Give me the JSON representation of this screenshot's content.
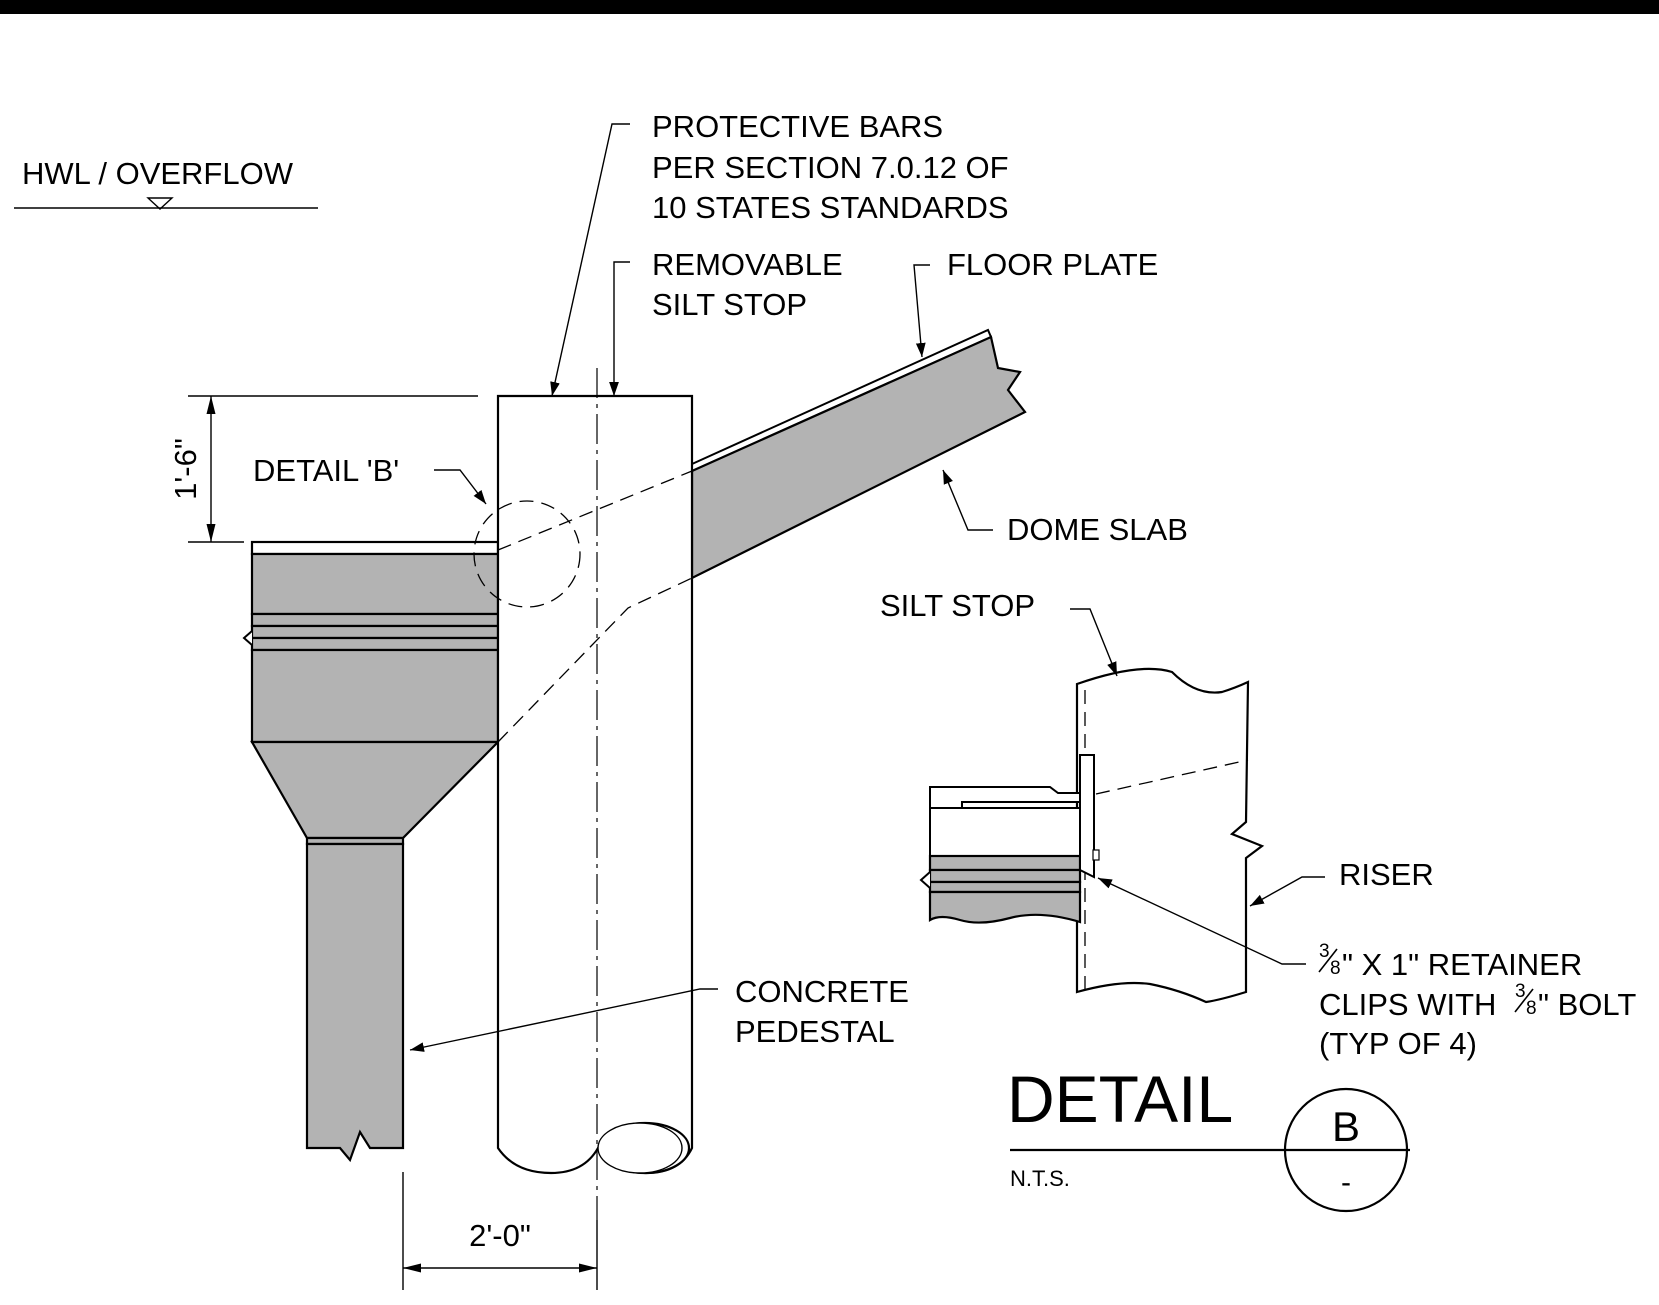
{
  "labels": {
    "hwl": "HWL / OVERFLOW",
    "protective_bars": [
      "PROTECTIVE BARS",
      "PER SECTION 7.0.12 OF",
      "10 STATES STANDARDS"
    ],
    "removable_silt_stop": [
      "REMOVABLE",
      "SILT STOP"
    ],
    "floor_plate": "FLOOR PLATE",
    "detail_b_callout": "DETAIL 'B'",
    "dome_slab": "DOME SLAB",
    "silt_stop": "SILT STOP",
    "riser": "RISER",
    "retainer_clips": [
      "\" X 1\" RETAINER",
      "CLIPS WITH ",
      "\" BOLT",
      "(TYP OF 4)"
    ],
    "fraction": {
      "num": "3",
      "den": "8"
    },
    "concrete_pedestal": [
      "CONCRETE",
      "PEDESTAL"
    ]
  },
  "dimensions": {
    "height": "1'-6\"",
    "width": "2'-0\""
  },
  "title_block": {
    "title": "DETAIL",
    "scale": "N.T.S.",
    "detail_id": "B",
    "sheet": "-"
  }
}
